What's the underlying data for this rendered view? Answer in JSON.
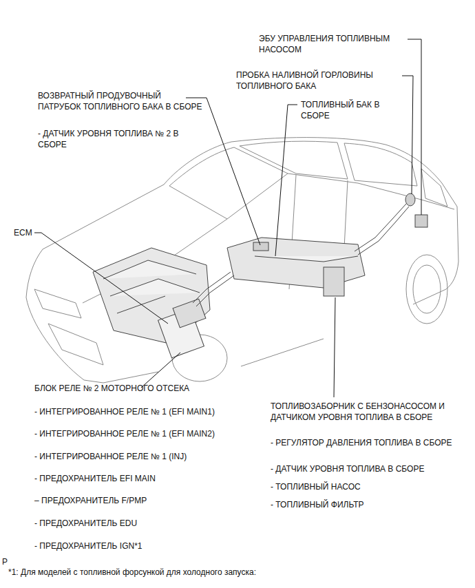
{
  "diagram": {
    "labels": [
      "ЭБУ УПРАВЛЕНИЯ ТОПЛИВНЫМ НАСОСОМ",
      "ПРОБКА НАЛИВНОЙ ГОРЛОВИНЫ ТОПЛИВНОГО БАКА",
      "ВОЗВРАТНЫЙ ПРОДУВОЧНЫЙ ПАТРУБОК ТОПЛИВНОГО БАКА В СБОРЕ",
      "- ДАТЧИК УРОВНЯ ТОПЛИВА № 2 В СБОРЕ",
      "ТОПЛИВНЫЙ БАК В СБОРЕ",
      "ECM",
      "БЛОК РЕЛЕ № 2 МОТОРНОГО ОТСЕКА",
      "- ИНТЕГРИРОВАННОЕ РЕЛЕ № 1 (EFI MAIN1)",
      "- ИНТЕГРИРОВАННОЕ РЕЛЕ № 1 (EFI MAIN2)",
      "- ИНТЕГРИРОВАННОЕ РЕЛЕ № 1 (INJ)",
      "- ПРЕДОХРАНИТЕЛЬ EFI MAIN",
      "– ПРЕДОХРАНИТЕЛЬ F/PMP",
      "- ПРЕДОХРАНИТЕЛЬ EDU",
      "- ПРЕДОХРАНИТЕЛЬ IGN*1",
      "ТОПЛИВОЗАБОРНИК С БЕНЗОНАСОСОМ И ДАТЧИКОМ УРОВНЯ ТОПЛИВА В СБОРЕ",
      "- РЕГУЛЯТОР ДАВЛЕНИЯ ТОПЛИВА В СБОРЕ",
      "- ДАТЧИК УРОВНЯ ТОПЛИВА В СБОРЕ",
      "- ТОПЛИВНЫЙ НАСОС",
      "- ТОПЛИВНЫЙ ФИЛЬТР",
      "P",
      "*1: Для моделей с топливной форсункой для холодного запуска:"
    ]
  }
}
